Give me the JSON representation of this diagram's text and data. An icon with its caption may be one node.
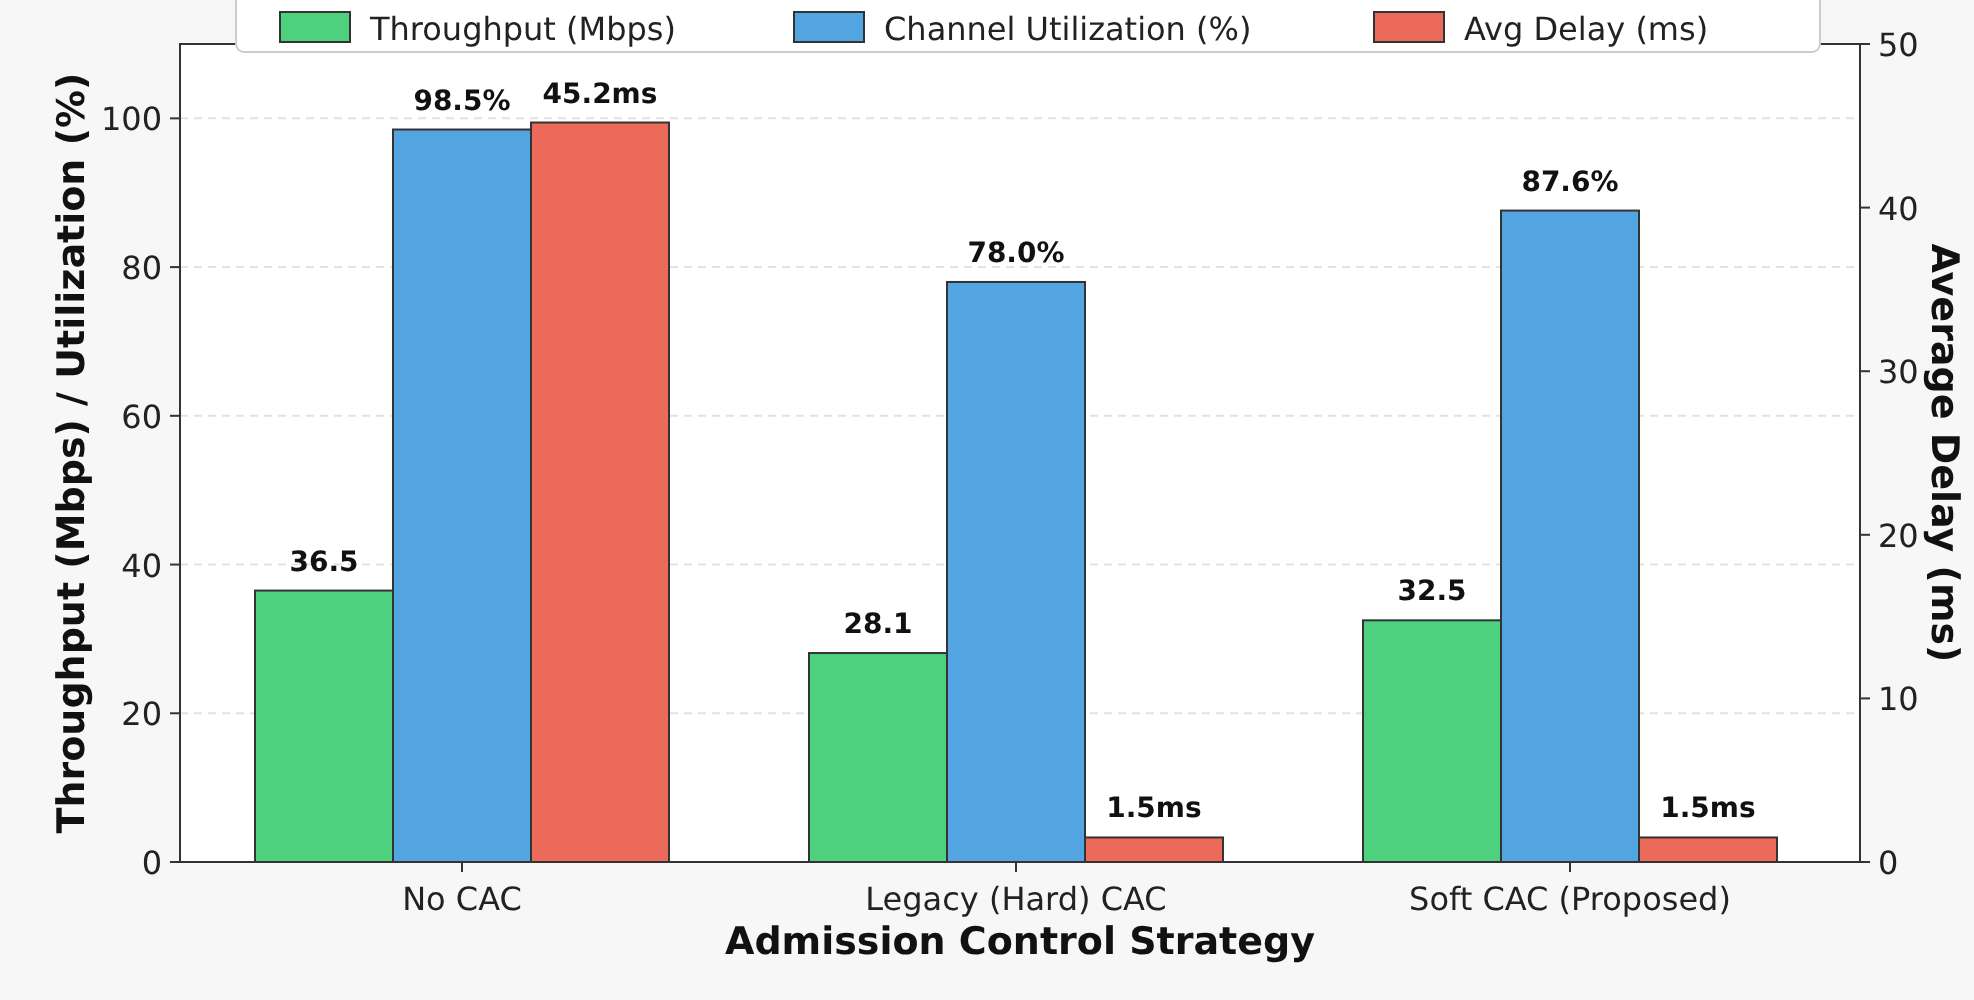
{
  "diagram": {
    "chart_data": {
      "type": "bar",
      "xlabel": "Admission Control Strategy",
      "ylabel": "Throughput (Mbps) / Utilization (%)",
      "categories": [
        "No CAC",
        "Legacy (Hard) CAC",
        "Soft CAC (Proposed)"
      ],
      "series": [
        {
          "name": "Throughput (Mbps)",
          "color": "#4dd17f",
          "values": [
            36.5,
            28.1,
            32.5
          ]
        },
        {
          "name": "Channel Utilization (%)",
          "color": "#52a5e0",
          "values": [
            98.5,
            78.0,
            87.6
          ]
        },
        {
          "name": "Avg Delay (ms)",
          "color": "#ec6a5a",
          "values": [
            45.2,
            1.5,
            1.5
          ],
          "axis": "y2"
        }
      ],
      "grid": "y",
      "legend": "top",
      "ylim": [
        0,
        110
      ],
      "yticks": [
        0,
        20,
        40,
        60,
        80,
        100
      ],
      "y2label": "Average Delay (ms)",
      "y2lim": [
        0,
        50
      ],
      "y2ticks": [
        0,
        10,
        20,
        30,
        40,
        50
      ],
      "value_labels": [
        [
          "36.5",
          "28.1",
          "32.5"
        ],
        [
          "98.5%",
          "78.0%",
          "87.6%"
        ],
        [
          "45.2ms",
          "1.5ms",
          "1.5ms"
        ]
      ]
    }
  }
}
